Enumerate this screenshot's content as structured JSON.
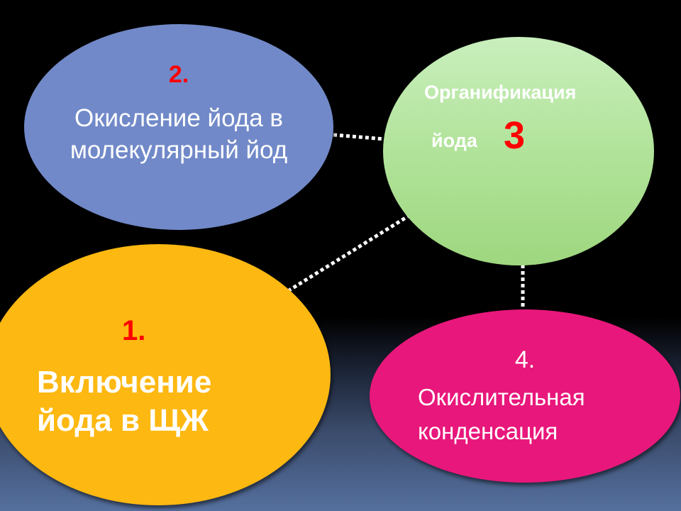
{
  "slide": {
    "background": {
      "top": "#000000",
      "bottom": "#55709e"
    },
    "nodes": {
      "step1": {
        "number": "1.",
        "label": "Включение йода в ЩЖ",
        "color": "#fdb811"
      },
      "step2": {
        "number": "2.",
        "label": "Окисление йода в молекулярный йод",
        "color": "#7189c8"
      },
      "step3": {
        "label_line1": "Органификация",
        "label_line2": "йода",
        "number": "3",
        "color": "#b1e39a"
      },
      "step4": {
        "number": "4.",
        "label": "Окислительная конденсация",
        "color": "#e8177b"
      }
    },
    "connectors": [
      {
        "from": "step2",
        "to": "step3",
        "style": "dotted",
        "color": "#ffffff"
      },
      {
        "from": "step1",
        "to": "step3",
        "style": "dotted",
        "color": "#ffffff"
      },
      {
        "from": "step3",
        "to": "step4",
        "style": "dotted",
        "color": "#ffffff"
      }
    ],
    "number_color": "#ff0000"
  }
}
